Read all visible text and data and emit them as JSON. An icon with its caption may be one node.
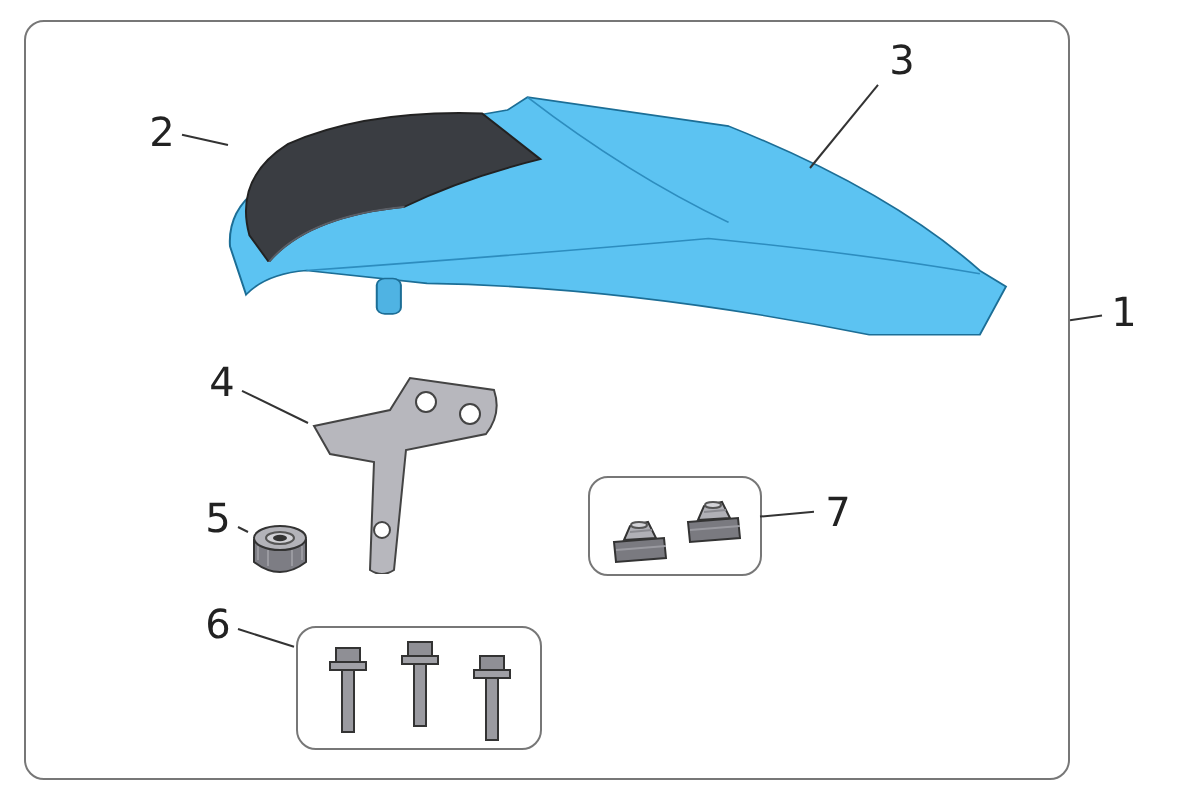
{
  "diagram": {
    "nodes": [
      {
        "text": [],
        "shape": "box"
      },
      {
        "text": [
          "1"
        ]
      },
      {
        "text": [
          "2"
        ],
        "in": 0
      },
      {
        "text": [],
        "shape": "picture",
        "in": 5
      },
      {
        "text": [
          "3"
        ],
        "in": 0
      },
      {
        "text": [],
        "shape": "picture",
        "in": 0
      },
      {
        "text": [
          "4"
        ],
        "in": 0
      },
      {
        "text": [],
        "shape": "picture",
        "in": 0
      },
      {
        "text": [
          "5"
        ],
        "in": 0
      },
      {
        "text": [],
        "shape": "picture",
        "in": 0
      },
      {
        "text": [
          "6"
        ],
        "in": 0
      },
      {
        "text": [],
        "shape": "box",
        "in": 0
      },
      {
        "text": [],
        "shape": "picture",
        "in": 11
      },
      {
        "text": [],
        "shape": "picture",
        "in": 11
      },
      {
        "text": [],
        "shape": "picture",
        "in": 11
      },
      {
        "text": [
          "7"
        ],
        "in": 0
      },
      {
        "text": [],
        "shape": "box",
        "in": 0
      },
      {
        "text": [],
        "shape": "picture",
        "in": 16
      },
      {
        "text": [],
        "shape": "picture",
        "in": 16
      }
    ],
    "edges": [
      {
        "from": 1,
        "to": 0,
        "arrow": "none"
      },
      {
        "from": 2,
        "to": 3,
        "arrow": "none"
      },
      {
        "from": 4,
        "to": 5,
        "arrow": "none"
      },
      {
        "from": 6,
        "to": 7,
        "arrow": "none"
      },
      {
        "from": 8,
        "to": 9,
        "arrow": "none"
      },
      {
        "from": 10,
        "to": 11,
        "arrow": "none"
      },
      {
        "from": 15,
        "to": 16,
        "arrow": "none"
      }
    ]
  }
}
